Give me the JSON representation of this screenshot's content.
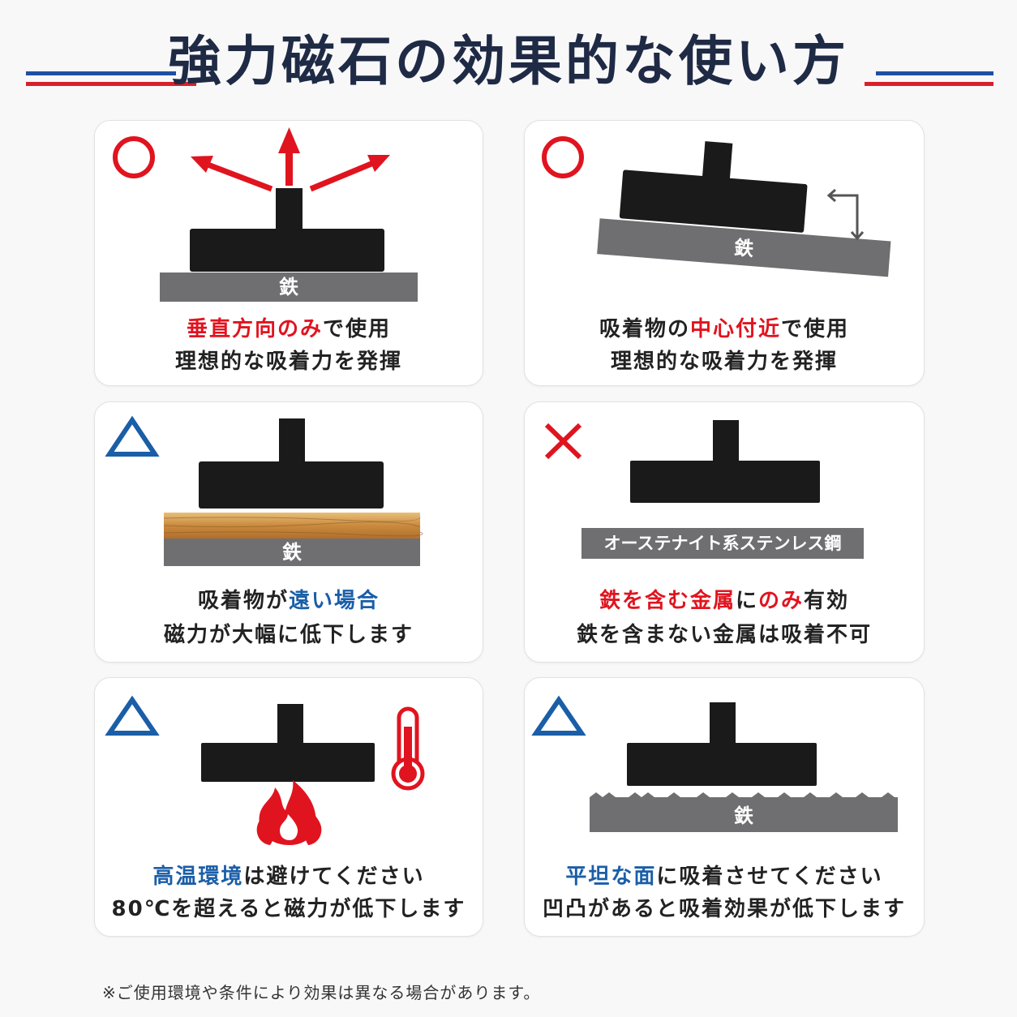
{
  "title": "強力磁石の効果的な使い方",
  "colors": {
    "red": "#e0141f",
    "blue": "#1a5ea8",
    "navy": "#1f2a45",
    "magnet": "#1a1a1a",
    "steel": "#6f6f72"
  },
  "cards": [
    {
      "mark": "○",
      "material_label": "鉄",
      "line1": [
        {
          "t": "垂直方向のみ",
          "c": "red"
        },
        {
          "t": "で使用",
          "c": ""
        }
      ],
      "line2": [
        {
          "t": "理想的な吸着力を発揮",
          "c": ""
        }
      ]
    },
    {
      "mark": "○",
      "material_label": "鉄",
      "line1": [
        {
          "t": "吸着物の",
          "c": ""
        },
        {
          "t": "中心付近",
          "c": "red"
        },
        {
          "t": "で使用",
          "c": ""
        }
      ],
      "line2": [
        {
          "t": "理想的な吸着力を発揮",
          "c": ""
        }
      ]
    },
    {
      "mark": "△",
      "material_label": "鉄",
      "line1": [
        {
          "t": "吸着物が",
          "c": ""
        },
        {
          "t": "遠い場合",
          "c": "blue"
        }
      ],
      "line2": [
        {
          "t": "磁力が大幅に低下します",
          "c": ""
        }
      ]
    },
    {
      "mark": "×",
      "material_label": "オーステナイト系ステンレス鋼",
      "line1": [
        {
          "t": "鉄を含む金属",
          "c": "red"
        },
        {
          "t": "に",
          "c": ""
        },
        {
          "t": "のみ",
          "c": "red"
        },
        {
          "t": "有効",
          "c": ""
        }
      ],
      "line2": [
        {
          "t": "鉄を含まない金属は吸着不可",
          "c": ""
        }
      ]
    },
    {
      "mark": "△",
      "material_label": "",
      "line1": [
        {
          "t": "高温環境",
          "c": "blue"
        },
        {
          "t": "は避けてください",
          "c": ""
        }
      ],
      "line2": [
        {
          "t": "80℃を超えると磁力が低下します",
          "c": ""
        }
      ]
    },
    {
      "mark": "△",
      "material_label": "鉄",
      "line1": [
        {
          "t": "平坦な面",
          "c": "blue"
        },
        {
          "t": "に吸着させてください",
          "c": ""
        }
      ],
      "line2": [
        {
          "t": "凹凸があると吸着効果が低下します",
          "c": ""
        }
      ]
    }
  ],
  "footnote": "※ご使用環境や条件により効果は異なる場合があります。"
}
